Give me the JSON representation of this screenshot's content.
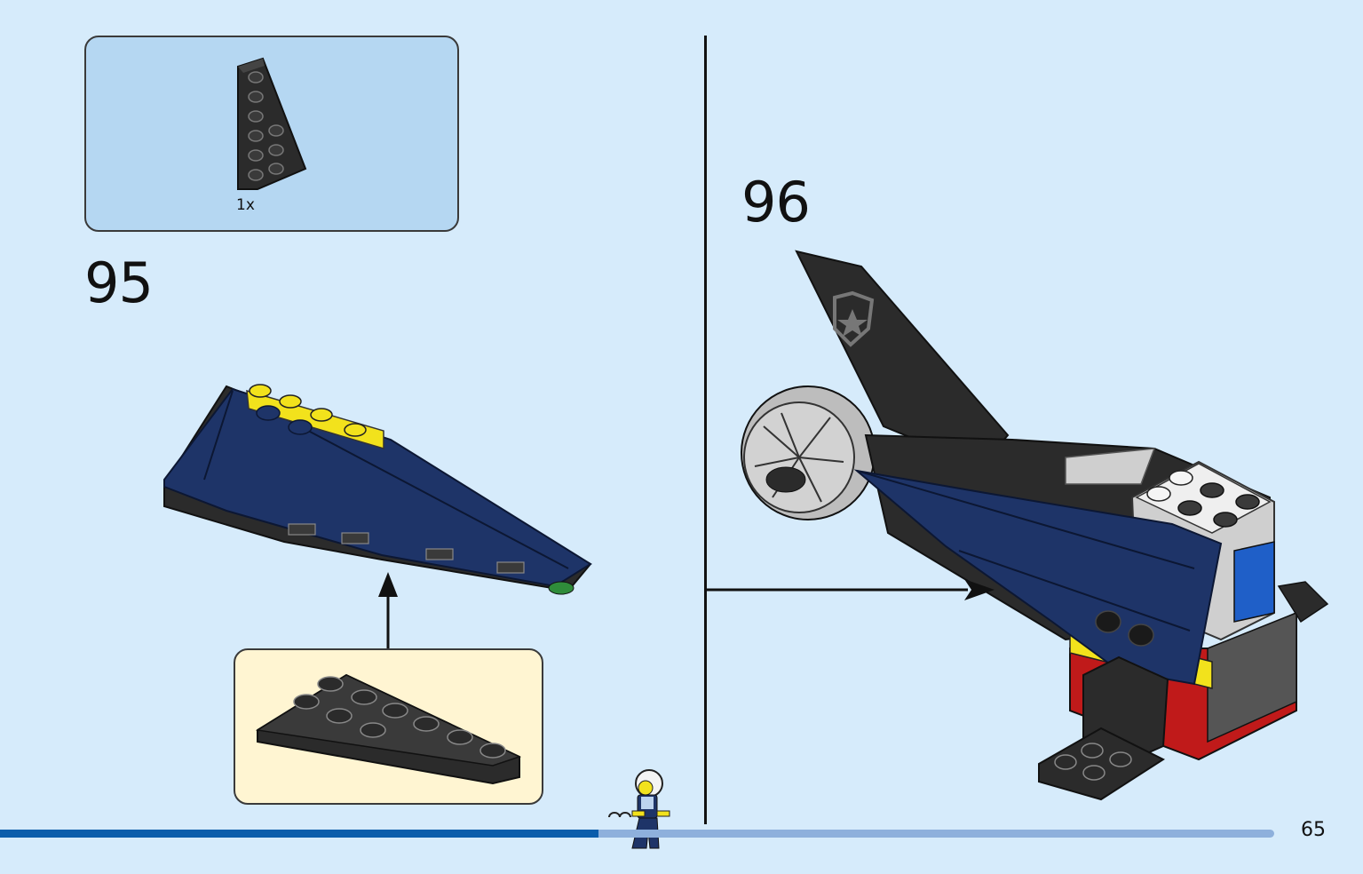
{
  "parts_list": {
    "items": [
      {
        "icon": "black-wedge-plate-icon",
        "quantity": "1x"
      }
    ]
  },
  "steps": [
    {
      "number": "95"
    },
    {
      "number": "96"
    }
  ],
  "page": {
    "number": "65"
  },
  "progress": {
    "fraction": 0.47
  },
  "colors": {
    "background": "#d6ebfb",
    "parts_box": "#b5d7f2",
    "callout_box": "#fff5d2",
    "model_blue": "#1e3468",
    "brick_black": "#2b2b2b",
    "stud_yellow": "#f2e21c",
    "brick_red": "#c01a1a",
    "progress_fill": "#0b5dab",
    "progress_track": "#8eb0dc"
  }
}
